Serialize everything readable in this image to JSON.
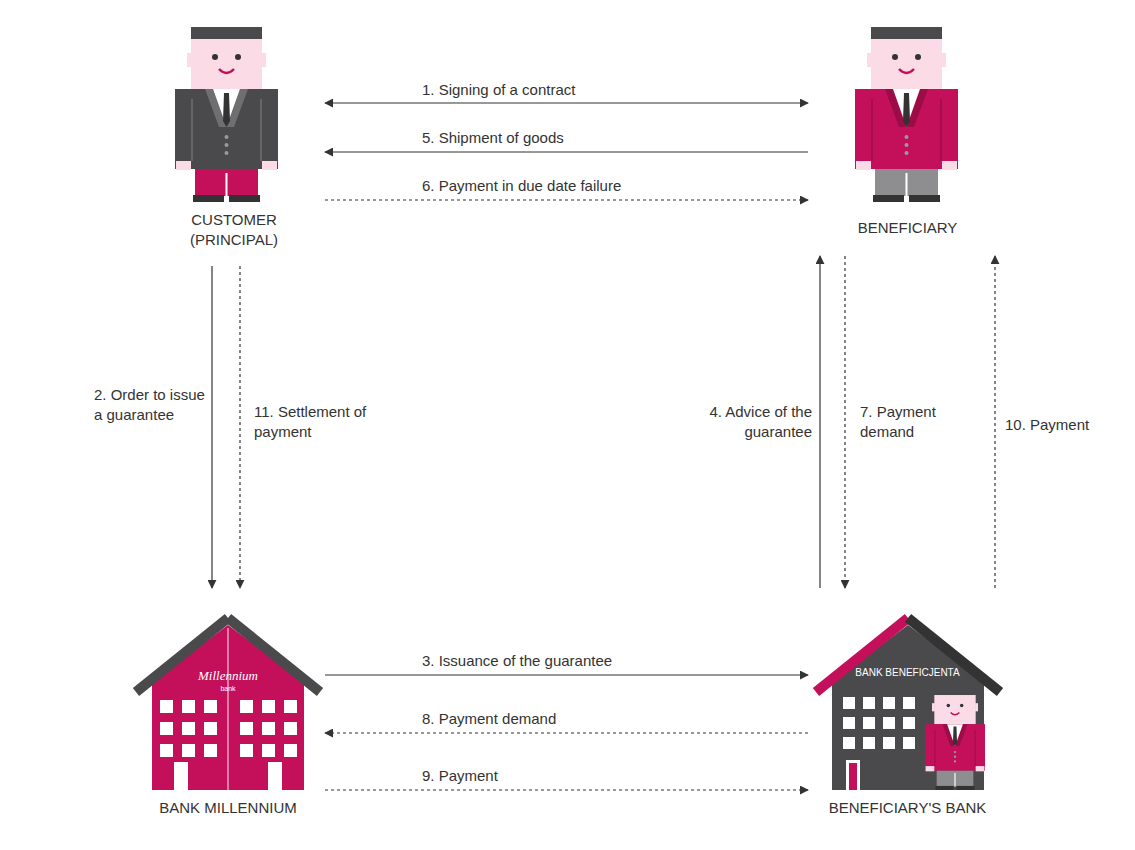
{
  "diagram": {
    "nodes": [
      {
        "text": [
          "CUSTOMER (PRINCIPAL)"
        ]
      },
      {
        "text": [
          "BENEFICIARY"
        ]
      },
      {
        "text": [
          "Millennium",
          "bank",
          "BANK MILLENNIUM"
        ]
      },
      {
        "text": [
          "BANK BENEFICJENTA",
          "BENEFICIARY'S BANK"
        ]
      }
    ],
    "edges": [
      {
        "from": 0,
        "to": 1,
        "arrow": "both",
        "label": "1. Signing of a contract"
      },
      {
        "from": 1,
        "to": 0,
        "arrow": "to",
        "label": "5. Shipment of goods"
      },
      {
        "from": 0,
        "to": 1,
        "arrow": "to",
        "label": "6. Payment in due date failure"
      },
      {
        "from": 0,
        "to": 2,
        "arrow": "to",
        "label": "2. Order to issue a guarantee"
      },
      {
        "from": 0,
        "to": 2,
        "arrow": "to",
        "label": "11. Settlement of payment"
      },
      {
        "from": 3,
        "to": 1,
        "arrow": "to",
        "label": "4. Advice of the guarantee"
      },
      {
        "from": 1,
        "to": 3,
        "arrow": "to",
        "label": "7. Payment demand"
      },
      {
        "from": 3,
        "to": 1,
        "arrow": "to",
        "label": "10. Payment"
      },
      {
        "from": 2,
        "to": 3,
        "arrow": "to",
        "label": "3. Issuance of the guarantee"
      },
      {
        "from": 3,
        "to": 2,
        "arrow": "to",
        "label": "8. Payment demand"
      },
      {
        "from": 2,
        "to": 3,
        "arrow": "to",
        "label": "9. Payment"
      }
    ]
  }
}
